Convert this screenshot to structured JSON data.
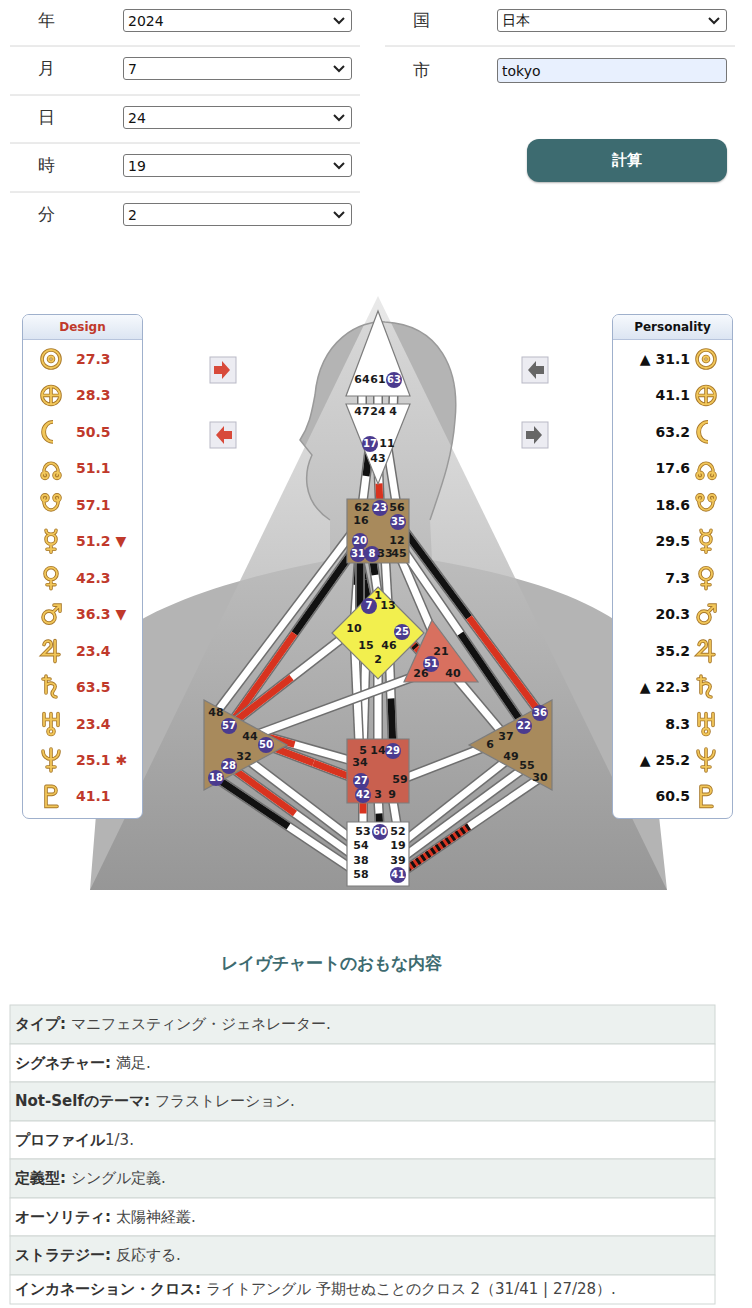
{
  "diagram": {
    "nodes": [
      {
        "text": [
          "2024"
        ]
      },
      {
        "text": [
          "日本"
        ]
      },
      {
        "text": [
          "7"
        ]
      },
      {
        "text": [
          "tokyo"
        ]
      },
      {
        "text": [
          "24"
        ]
      },
      {
        "text": [
          "計算"
        ]
      },
      {
        "text": [
          "19"
        ]
      },
      {
        "text": [
          "2"
        ]
      },
      {
        "text": [
          "Design",
          "27.3",
          "28.3",
          "50.5",
          "51.1",
          "57.1",
          "51.2 ▼",
          "42.3",
          "36.3 ▼",
          "23.4",
          "63.5",
          "23.4",
          "25.1 ✱",
          "41.1"
        ]
      },
      {
        "text": [
          "Personality",
          "▲ 31.1",
          "41.1",
          "63.2",
          "17.6",
          "18.6",
          "29.5",
          "7.3",
          "20.3",
          "35.2",
          "▲ 22.3",
          "8.3",
          "▲ 25.2",
          "60.5"
        ]
      },
      {
        "text": [
          "64",
          "61",
          "63"
        ]
      },
      {
        "text": [
          "47",
          "24",
          "4",
          "17",
          "11",
          "43"
        ]
      },
      {
        "text": [
          "62",
          "23",
          "56",
          "16",
          "35",
          "20",
          "12",
          "31",
          "8",
          "33",
          "45"
        ]
      },
      {
        "text": [
          "1",
          "7",
          "13",
          "10",
          "25",
          "15",
          "46",
          "2"
        ]
      },
      {
        "text": [
          "21",
          "51",
          "26",
          "40"
        ]
      },
      {
        "text": [
          "48",
          "57",
          "44",
          "50",
          "32",
          "28",
          "18"
        ]
      },
      {
        "text": [
          "5",
          "14",
          "29",
          "34",
          "59",
          "27",
          "42",
          "3",
          "9"
        ]
      },
      {
        "text": [
          "36",
          "22",
          "37",
          "6",
          "49",
          "55",
          "30"
        ]
      },
      {
        "text": [
          "53",
          "60",
          "52",
          "54",
          "19",
          "38",
          "39",
          "58",
          "41"
        ]
      }
    ],
    "edges": [
      {
        "from": 10,
        "to": 11,
        "arrow": "none"
      },
      {
        "from": 10,
        "to": 11,
        "arrow": "none"
      },
      {
        "from": 10,
        "to": 11,
        "arrow": "none"
      },
      {
        "from": 11,
        "to": 12,
        "arrow": "none"
      },
      {
        "from": 11,
        "to": 12,
        "arrow": "none"
      },
      {
        "from": 11,
        "to": 12,
        "arrow": "none"
      },
      {
        "from": 12,
        "to": 13,
        "arrow": "none"
      },
      {
        "from": 12,
        "to": 13,
        "arrow": "none"
      },
      {
        "from": 12,
        "to": 13,
        "arrow": "none"
      },
      {
        "from": 12,
        "to": 13,
        "arrow": "none"
      },
      {
        "from": 12,
        "to": 15,
        "arrow": "none"
      },
      {
        "from": 12,
        "to": 15,
        "arrow": "none"
      },
      {
        "from": 12,
        "to": 16,
        "arrow": "none"
      },
      {
        "from": 12,
        "to": 14,
        "arrow": "none"
      },
      {
        "from": 12,
        "to": 17,
        "arrow": "none"
      },
      {
        "from": 12,
        "to": 17,
        "arrow": "none"
      },
      {
        "from": 13,
        "to": 14,
        "arrow": "none"
      },
      {
        "from": 13,
        "to": 16,
        "arrow": "none"
      },
      {
        "from": 13,
        "to": 16,
        "arrow": "none"
      },
      {
        "from": 13,
        "to": 16,
        "arrow": "none"
      },
      {
        "from": 13,
        "to": 15,
        "arrow": "none"
      },
      {
        "from": 13,
        "to": 16,
        "arrow": "none"
      },
      {
        "from": 16,
        "to": 15,
        "arrow": "none"
      },
      {
        "from": 16,
        "to": 15,
        "arrow": "none"
      },
      {
        "from": 14,
        "to": 15,
        "arrow": "none"
      },
      {
        "from": 14,
        "to": 17,
        "arrow": "none"
      },
      {
        "from": 16,
        "to": 17,
        "arrow": "none"
      },
      {
        "from": 16,
        "to": 18,
        "arrow": "none"
      },
      {
        "from": 16,
        "to": 18,
        "arrow": "none"
      },
      {
        "from": 16,
        "to": 18,
        "arrow": "none"
      },
      {
        "from": 15,
        "to": 18,
        "arrow": "none"
      },
      {
        "from": 15,
        "to": 18,
        "arrow": "none"
      },
      {
        "from": 15,
        "to": 18,
        "arrow": "none"
      },
      {
        "from": 17,
        "to": 18,
        "arrow": "none"
      },
      {
        "from": 17,
        "to": 18,
        "arrow": "none"
      },
      {
        "from": 17,
        "to": 18,
        "arrow": "none"
      }
    ],
    "labels": [
      "年",
      "月",
      "日",
      "時",
      "分",
      "国",
      "市",
      "レイヴチャートのおもな内容",
      "タイプ:",
      "マニフェスティング・ジェネレーター.",
      "シグネチャー:",
      "満足.",
      "Not-Selfのテーマ:",
      "フラストレーション.",
      "プロファイル",
      "1/3.",
      "定義型:",
      "シングル定義.",
      "オーソリティ:",
      "太陽神経叢.",
      "ストラテジー:",
      "反応する.",
      "インカネーション・クロス:",
      "ライトアングル 予期せぬことのクロス 2（31/41 | 27/28）."
    ]
  }
}
